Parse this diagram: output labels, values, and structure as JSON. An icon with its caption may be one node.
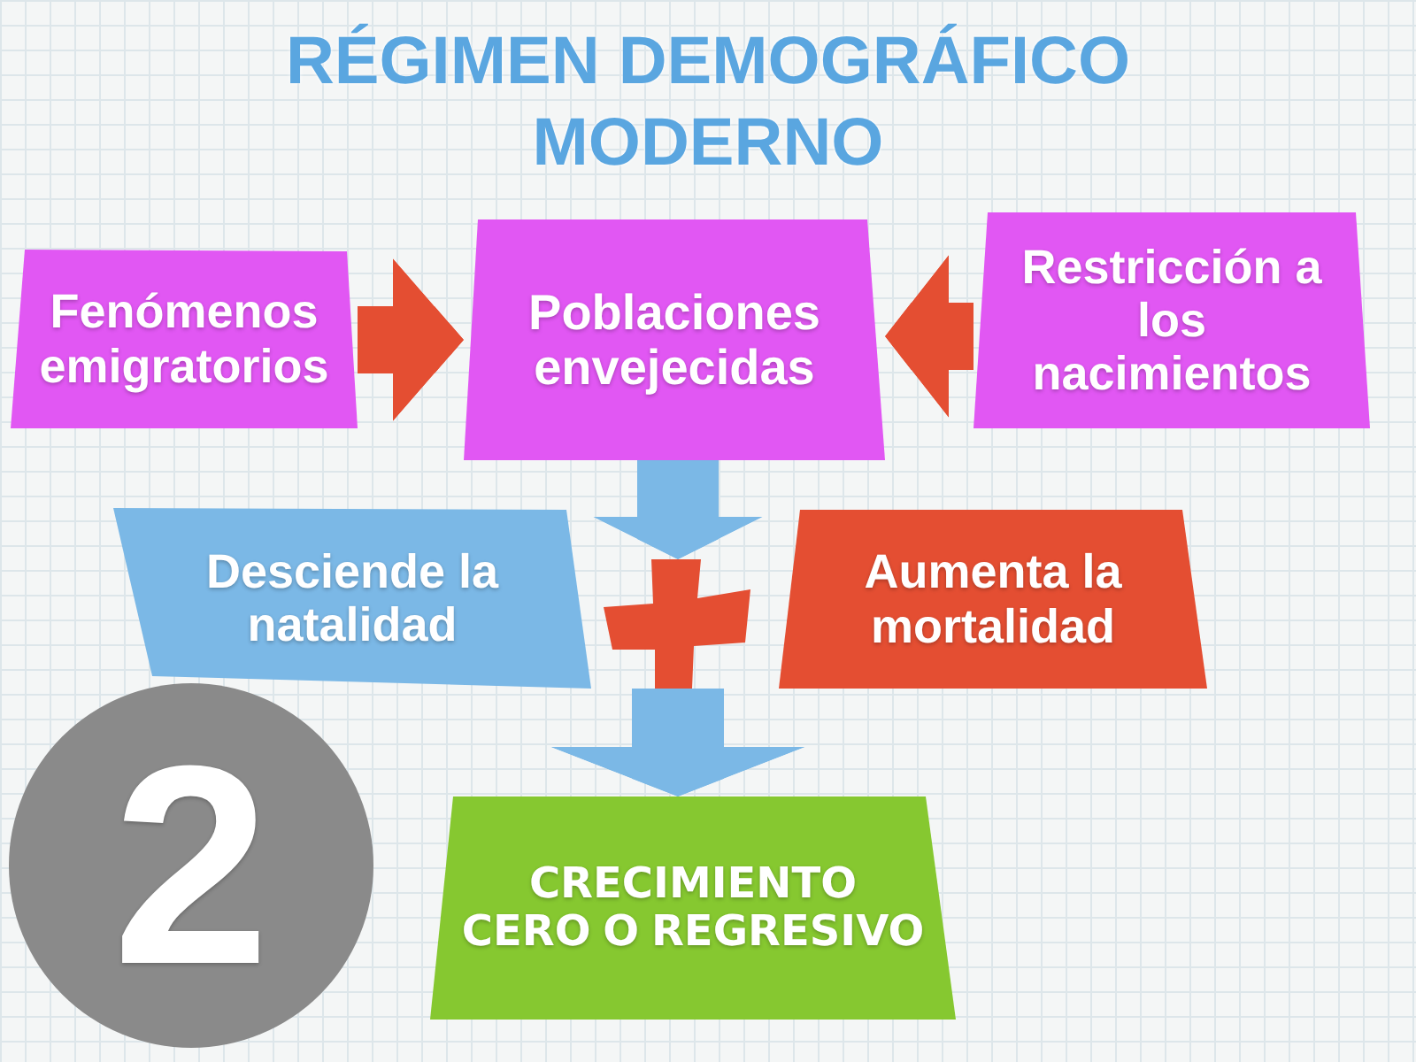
{
  "diagram": {
    "title": "RÉGIMEN DEMOGRÁFICO MODERNO",
    "nodes": [
      {
        "text": [
          "Fenómenos emigratorios"
        ]
      },
      {
        "text": [
          "Poblaciones envejecidas"
        ]
      },
      {
        "text": [
          "Restricción a los nacimientos"
        ]
      },
      {
        "text": [
          "Desciende la natalidad"
        ]
      },
      {
        "text": [],
        "shape": "plus"
      },
      {
        "text": [
          "Aumenta la mortalidad"
        ]
      },
      {
        "text": [
          "2"
        ]
      },
      {
        "text": [
          "CRECIMIENTO CERO O REGRESIVO"
        ]
      }
    ],
    "edges": [
      {
        "from": 0,
        "to": 1,
        "arrow": "to",
        "color": "#e44e32"
      },
      {
        "from": 2,
        "to": 1,
        "arrow": "to",
        "color": "#e44e32"
      },
      {
        "from": 1,
        "to": 4,
        "arrow": "to",
        "color": "#7bb8e6"
      },
      {
        "from": 4,
        "to": 7,
        "arrow": "to",
        "color": "#7bb8e6"
      }
    ]
  }
}
